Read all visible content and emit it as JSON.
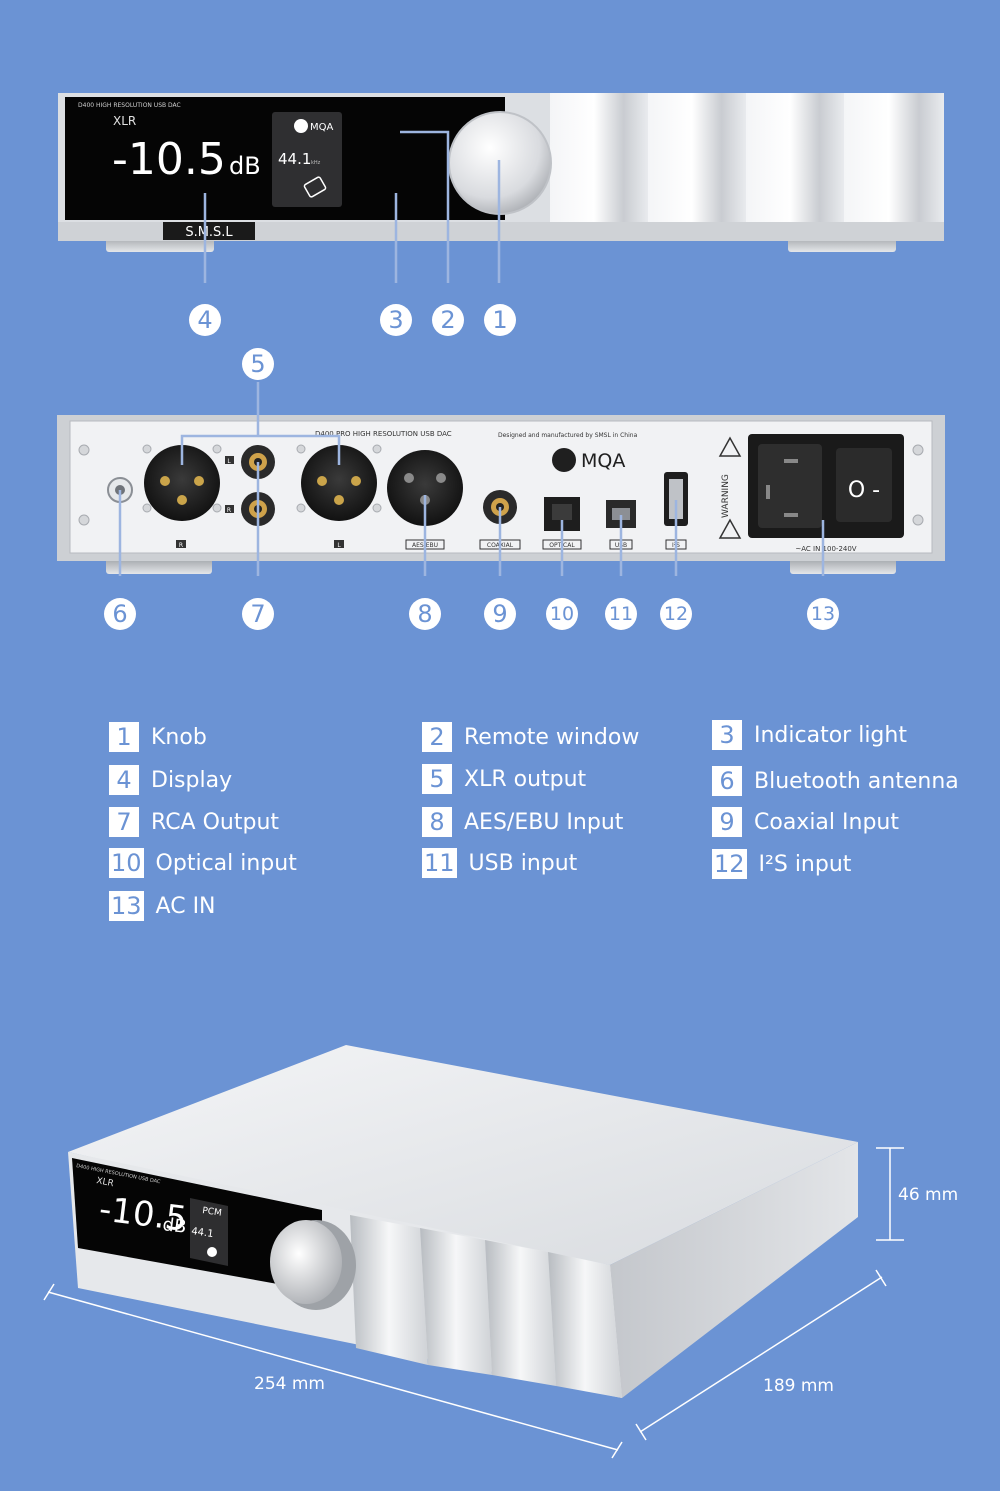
{
  "front_panel": {
    "header": "D400 HIGH RESOLUTION USB DAC",
    "mode": "XLR",
    "volume": "-10.5",
    "volume_unit": "dB",
    "rate": "44.1",
    "rate_unit": "kHz",
    "mqa": "MQA",
    "brand": "S.M.S.L"
  },
  "rear_panel": {
    "header": "D400 PRO HIGH RESOLUTION USB DAC",
    "made_in": "Designed and manufactured by SMSL in China",
    "mqa": "MQA",
    "warning": "WARNING",
    "ac_label": "~AC IN 100-240V",
    "labels": {
      "r1": "R",
      "l1": "L",
      "aes": "AES/EBU",
      "coax": "COAXIAL",
      "optical": "OPTICAL",
      "usb": "USB",
      "i2s": "I²S",
      "rca_l": "L",
      "rca_r": "R"
    }
  },
  "callouts": {
    "front": [
      "4",
      "3",
      "2",
      "1"
    ],
    "rear_top": "5",
    "rear": [
      "6",
      "7",
      "8",
      "9",
      "10",
      "11",
      "12",
      "13"
    ]
  },
  "legend": [
    {
      "num": "1",
      "label": "Knob"
    },
    {
      "num": "2",
      "label": "Remote window"
    },
    {
      "num": "3",
      "label": "Indicator light"
    },
    {
      "num": "4",
      "label": "Display"
    },
    {
      "num": "5",
      "label": "XLR output"
    },
    {
      "num": "6",
      "label": "Bluetooth antenna"
    },
    {
      "num": "7",
      "label": "RCA Output"
    },
    {
      "num": "8",
      "label": "AES/EBU Input"
    },
    {
      "num": "9",
      "label": "Coaxial Input"
    },
    {
      "num": "10",
      "label": "Optical input"
    },
    {
      "num": "11",
      "label": "USB input"
    },
    {
      "num": "12",
      "label": "I²S input"
    },
    {
      "num": "13",
      "label": "AC IN"
    }
  ],
  "perspective": {
    "header": "D400 HIGH RESOLUTION USB DAC",
    "mode": "XLR",
    "volume": "-10.5",
    "volume_unit": "dB",
    "format": "PCM",
    "rate": "44.1"
  },
  "dimensions": {
    "height": "46 mm",
    "width": "254 mm",
    "depth": "189 mm"
  },
  "colors": {
    "background": "#6b93d4",
    "silver": "#dcdfe3",
    "screen": "#050505"
  }
}
